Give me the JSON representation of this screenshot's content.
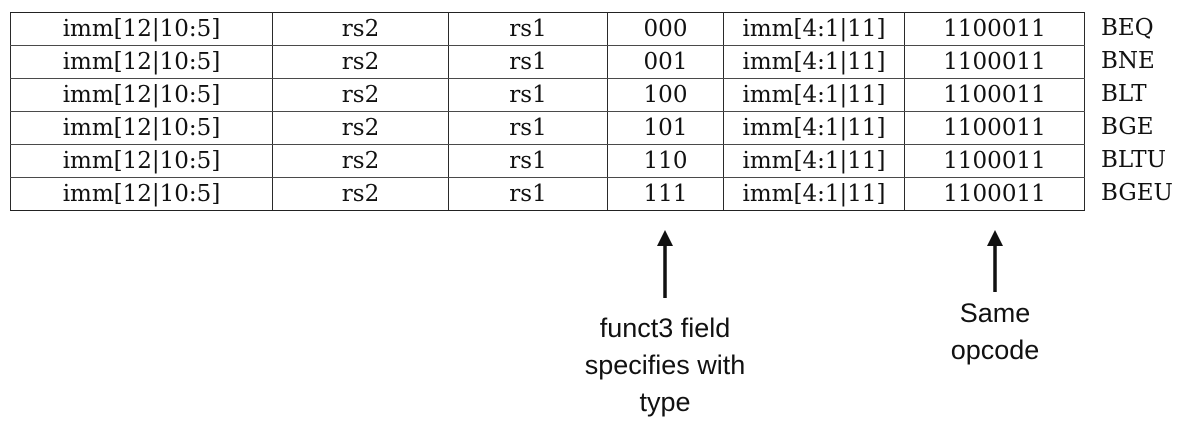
{
  "table": {
    "rows": [
      {
        "cells": [
          "imm[12|10:5]",
          "rs2",
          "rs1",
          "000",
          "imm[4:1|11]",
          "1100011"
        ],
        "mnemonic": "BEQ"
      },
      {
        "cells": [
          "imm[12|10:5]",
          "rs2",
          "rs1",
          "001",
          "imm[4:1|11]",
          "1100011"
        ],
        "mnemonic": "BNE"
      },
      {
        "cells": [
          "imm[12|10:5]",
          "rs2",
          "rs1",
          "100",
          "imm[4:1|11]",
          "1100011"
        ],
        "mnemonic": "BLT"
      },
      {
        "cells": [
          "imm[12|10:5]",
          "rs2",
          "rs1",
          "101",
          "imm[4:1|11]",
          "1100011"
        ],
        "mnemonic": "BGE"
      },
      {
        "cells": [
          "imm[12|10:5]",
          "rs2",
          "rs1",
          "110",
          "imm[4:1|11]",
          "1100011"
        ],
        "mnemonic": "BLTU"
      },
      {
        "cells": [
          "imm[12|10:5]",
          "rs2",
          "rs1",
          "111",
          "imm[4:1|11]",
          "1100011"
        ],
        "mnemonic": "BGEU"
      }
    ]
  },
  "annotations": {
    "funct3": {
      "lines": [
        "funct3 field",
        "specifies with",
        "type"
      ]
    },
    "opcode": {
      "lines": [
        "Same",
        "opcode"
      ]
    }
  }
}
